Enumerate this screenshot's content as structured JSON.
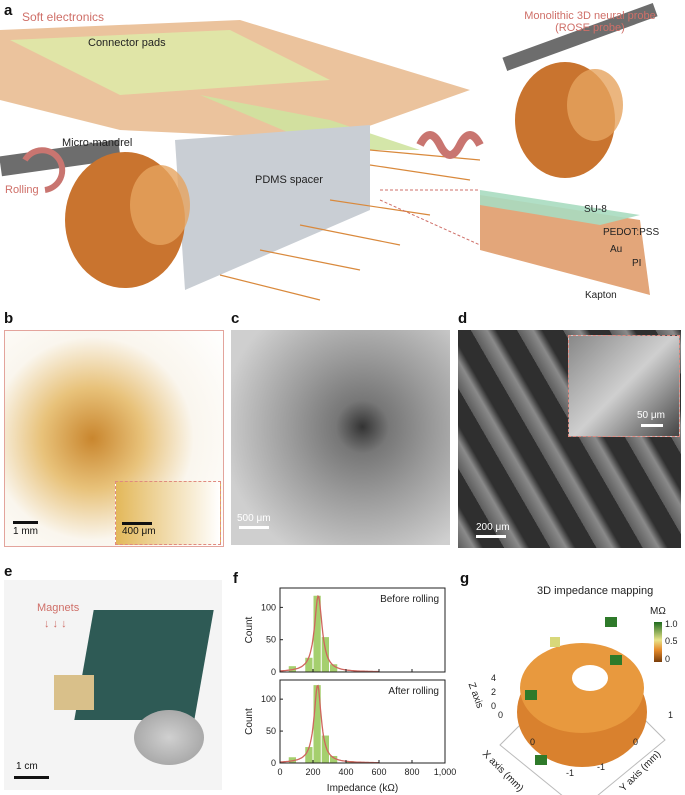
{
  "panels": {
    "a": {
      "label": "a",
      "soft_electronics": "Soft electronics",
      "connector_pads": "Connector pads",
      "micro_mandrel": "Micro-mandrel",
      "rolling": "Rolling",
      "pdms_spacer": "PDMS spacer",
      "probe_title_1": "Monolithic 3D neural probe",
      "probe_title_2": "(ROSE probe)",
      "layers": [
        "SU-8",
        "PEDOT:PSS",
        "Au",
        "PI",
        "Kapton"
      ]
    },
    "b": {
      "label": "b",
      "scale": "1 mm",
      "inset_scale": "400 μm"
    },
    "c": {
      "label": "c",
      "scale": "500 μm"
    },
    "d": {
      "label": "d",
      "scale": "200 μm",
      "inset_scale": "50 μm"
    },
    "e": {
      "label": "e",
      "magnets": "Magnets",
      "scale": "1 cm"
    },
    "g": {
      "label": "g",
      "title": "3D impedance mapping",
      "colorbar_unit": "MΩ",
      "colorbar_ticks": [
        "1.0",
        "0.5",
        "0"
      ],
      "z_axis": "Z axis",
      "x_axis": "X axis (mm)",
      "y_axis": "Y axis (mm)",
      "z_ticks": [
        "4",
        "2",
        "0"
      ],
      "x_ticks": [
        "0",
        "0",
        "-1"
      ],
      "y_ticks": [
        "-1",
        "0",
        "1"
      ]
    }
  },
  "colors": {
    "accent": "#cf6f68",
    "bar": "#a5cf6e",
    "fit": "#d0655e",
    "kapton": "#d98a3c"
  },
  "chart_data": {
    "type": "bar",
    "label": "f",
    "xlabel": "Impedance (kΩ)",
    "ylabel": "Count",
    "xlim": [
      0,
      1000
    ],
    "ylim": [
      0,
      130
    ],
    "xticks": [
      "0",
      "200",
      "400",
      "600",
      "800",
      "1,000"
    ],
    "yticks": [
      "0",
      "50",
      "100"
    ],
    "bin_width": 50,
    "series": [
      {
        "name": "Before rolling",
        "bin_starts": [
          50,
          150,
          200,
          250,
          300,
          350
        ],
        "values": [
          9,
          22,
          118,
          54,
          12,
          1
        ],
        "fit_peak": 232,
        "fit_height": 118,
        "fit_halfwidth": 28
      },
      {
        "name": "After rolling",
        "bin_starts": [
          50,
          150,
          200,
          250,
          300,
          400
        ],
        "values": [
          9,
          25,
          122,
          43,
          11,
          3
        ],
        "fit_peak": 228,
        "fit_height": 122,
        "fit_halfwidth": 26
      }
    ]
  }
}
